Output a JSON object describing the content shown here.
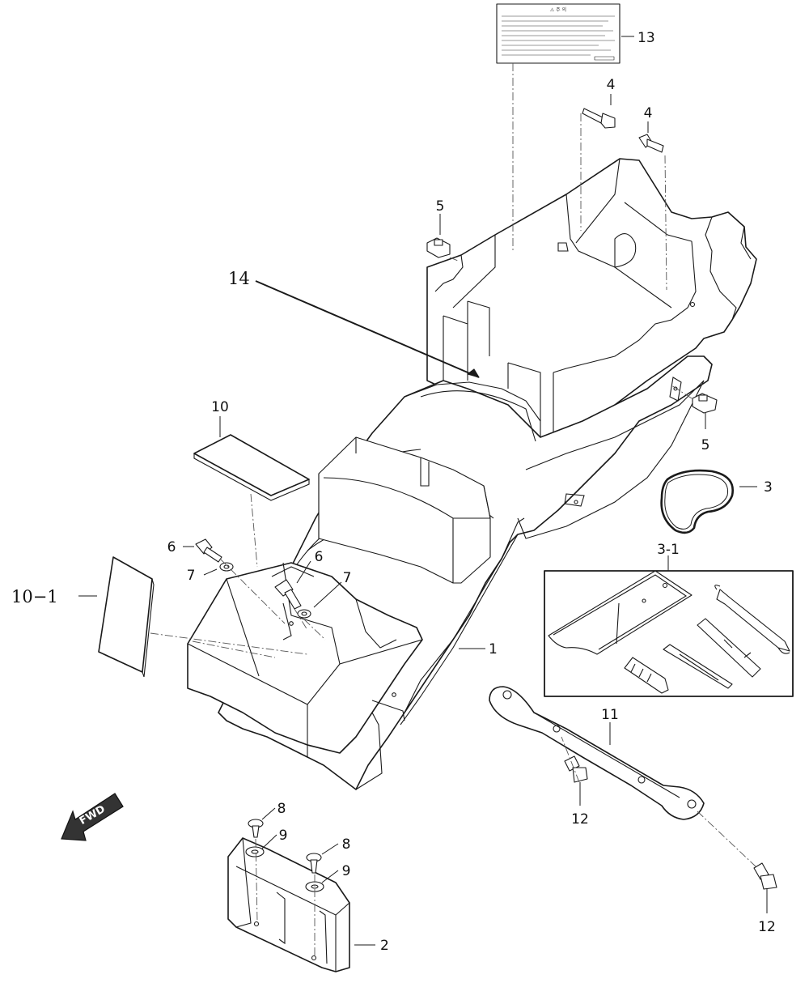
{
  "diagram": {
    "part_numbers": {
      "p1": "1",
      "p2": "2",
      "p3": "3",
      "p3_1": "3-1",
      "p4a": "4",
      "p4b": "4",
      "p5a": "5",
      "p5b": "5",
      "p6a": "6",
      "p6b": "6",
      "p7a": "7",
      "p7b": "7",
      "p8a": "8",
      "p8b": "8",
      "p9a": "9",
      "p9b": "9",
      "p10": "10",
      "p10_1": "10−1",
      "p11": "11",
      "p12a": "12",
      "p12b": "12",
      "p13": "13",
      "p14": "14"
    },
    "direction_arrow": "FWD",
    "warning_label_heading": "⚠ 주  의"
  }
}
